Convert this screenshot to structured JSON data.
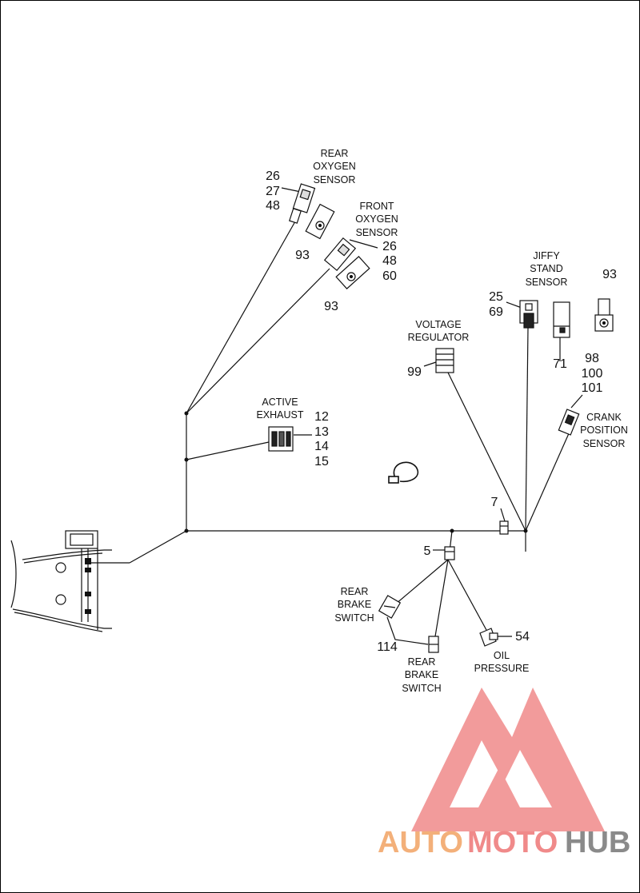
{
  "labels": {
    "rear_oxygen": [
      "REAR",
      "OXYGEN",
      "SENSOR"
    ],
    "front_oxygen": [
      "FRONT",
      "OXYGEN",
      "SENSOR"
    ],
    "jiffy_stand": [
      "JIFFY",
      "STAND",
      "SENSOR"
    ],
    "voltage_regulator": [
      "VOLTAGE",
      "REGULATOR"
    ],
    "active_exhaust": [
      "ACTIVE",
      "EXHAUST"
    ],
    "crank_position": [
      "CRANK",
      "POSITION",
      "SENSOR"
    ],
    "rear_brake_1": [
      "REAR",
      "BRAKE",
      "SWITCH"
    ],
    "rear_brake_2": [
      "REAR",
      "BRAKE",
      "SWITCH"
    ],
    "oil_pressure": [
      "OIL",
      "PRESSURE"
    ]
  },
  "callouts": {
    "rear_oxygen": [
      "26",
      "27",
      "48"
    ],
    "rear_oxygen_93": "93",
    "front_oxygen": [
      "26",
      "48",
      "60"
    ],
    "front_oxygen_93": "93",
    "jiffy_stand": [
      "25",
      "69"
    ],
    "jiffy_71": "71",
    "top_right_93": "93",
    "voltage_regulator": "99",
    "active_exhaust": [
      "12",
      "13",
      "14",
      "15"
    ],
    "crank_position": [
      "98",
      "100",
      "101"
    ],
    "junction_7": "7",
    "junction_5": "5",
    "brake_114": "114",
    "oil_54": "54"
  },
  "watermark": {
    "part1": "AUTO",
    "part2": "MOTO",
    "part3": "HUB",
    "colors": {
      "auto": "#f3b07a",
      "moto": "#f08a8a",
      "hub": "#8a8a8a",
      "logo": "#f08a8a"
    }
  }
}
